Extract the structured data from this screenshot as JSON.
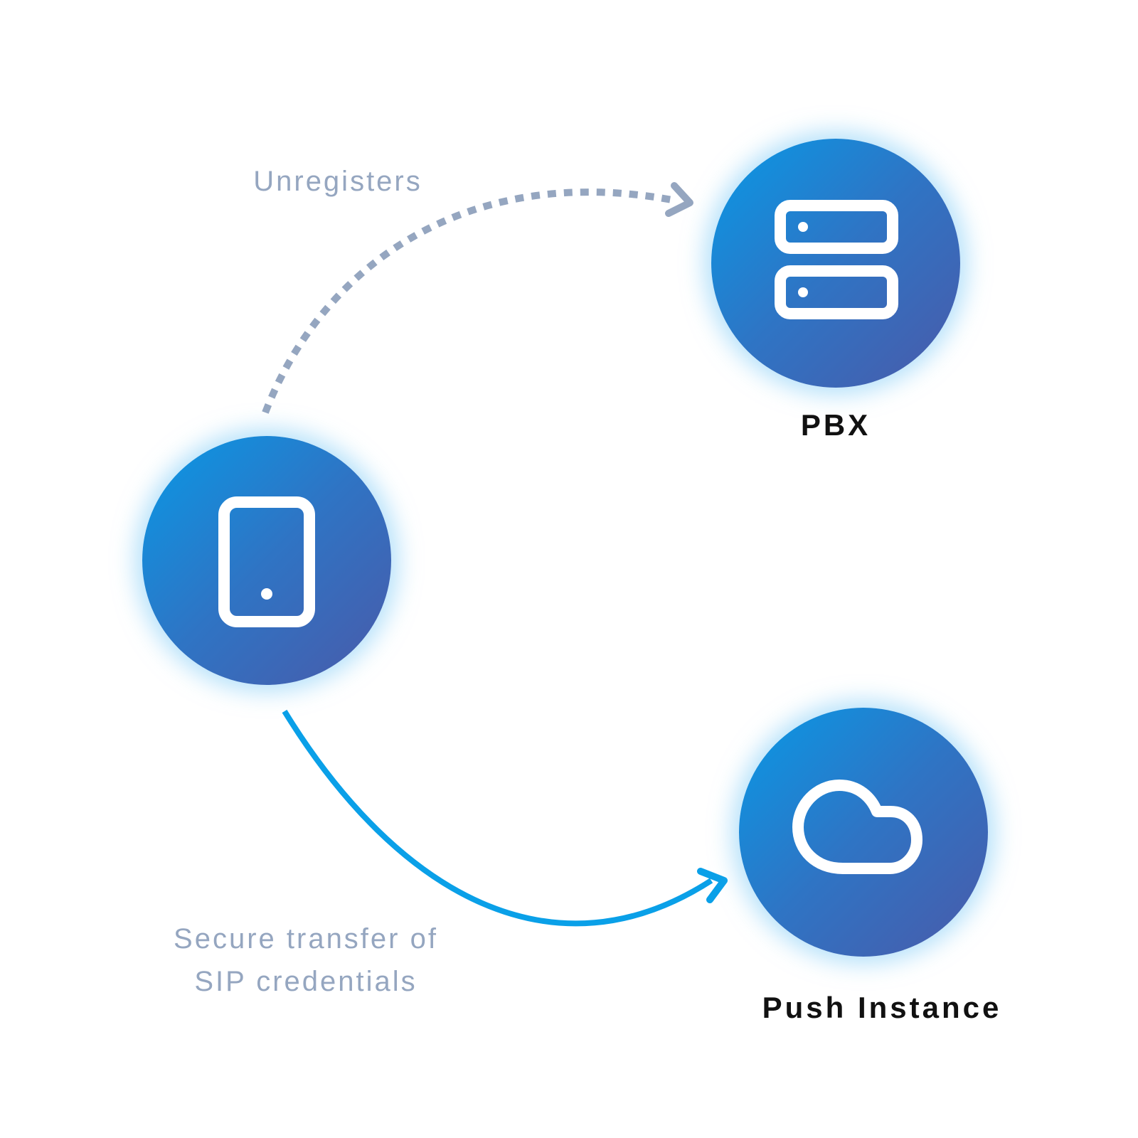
{
  "nodes": {
    "phone": {
      "icon": "smartphone-icon"
    },
    "pbx": {
      "label": "PBX",
      "icon": "server-icon"
    },
    "push": {
      "label": "Push Instance",
      "icon": "cloud-icon"
    }
  },
  "edges": {
    "unregisters": {
      "label": "Unregisters",
      "style": "dotted",
      "color": "#95a6c0"
    },
    "secure_transfer": {
      "label_line1": "Secure transfer of",
      "label_line2": "SIP credentials",
      "style": "solid",
      "color": "#0aa0e8"
    }
  },
  "colors": {
    "node_gradient_start": "#0899e6",
    "node_gradient_end": "#4a5aa9",
    "glow": "#78c8f5",
    "node_label_text": "#111111",
    "edge_label_text": "#95a6c0",
    "background": "#ffffff"
  }
}
